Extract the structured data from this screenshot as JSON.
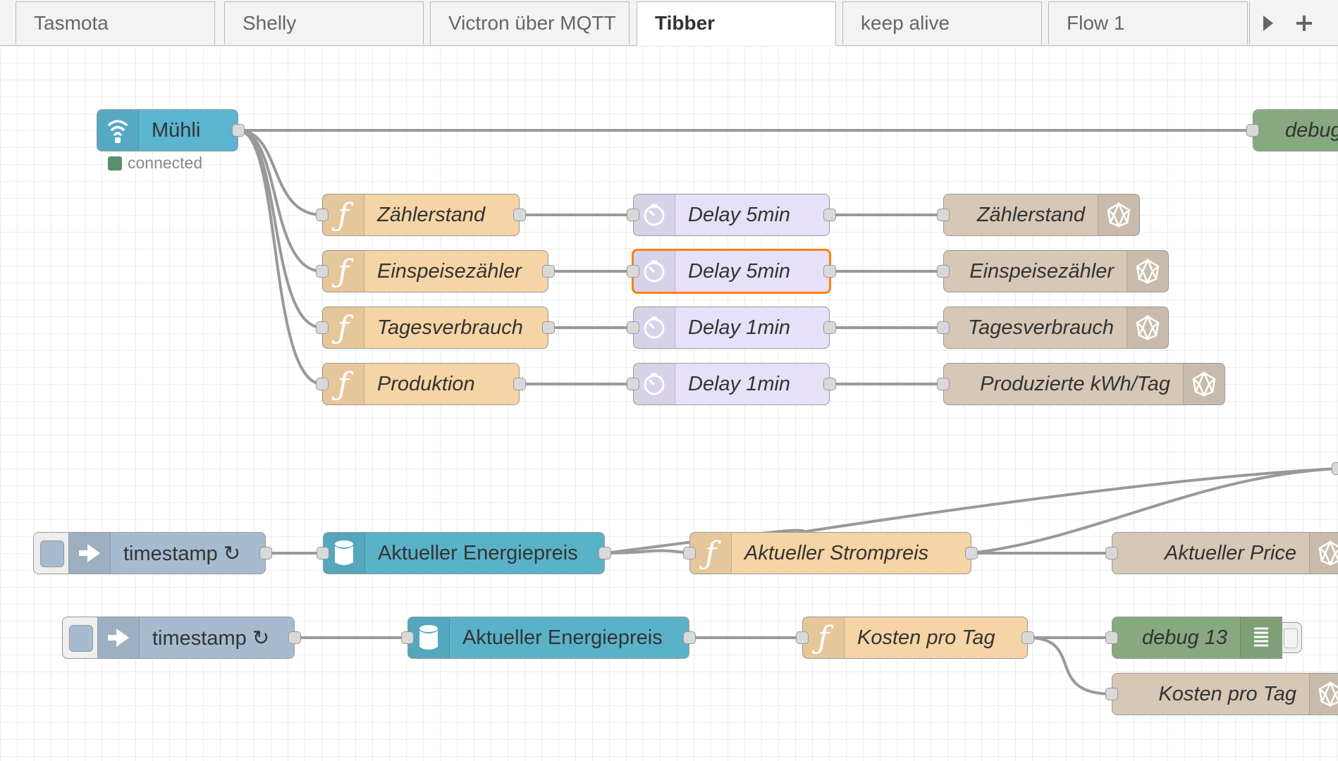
{
  "tabs": [
    {
      "label": "Tasmota"
    },
    {
      "label": "Shelly"
    },
    {
      "label": "Victron über MQTT"
    },
    {
      "label": "Tibber"
    },
    {
      "label": "keep alive"
    },
    {
      "label": "Flow 1"
    }
  ],
  "active_tab": "Tibber",
  "colors": {
    "mqtt": "#5bb4d0",
    "function": "#f5d4a5",
    "delay": "#e6e0f8",
    "ui_output": "#d6c7b6",
    "debug": "#87a980",
    "inject": "#a6bbcf",
    "http": "#5ab2c8",
    "selection": "#ff7f0e"
  },
  "nodes": {
    "mqtt": {
      "label": "Mühli",
      "status": "connected",
      "icon": "wifi-icon"
    },
    "debug_top": {
      "label": "debug"
    },
    "fn1": {
      "label": "Zählerstand"
    },
    "fn2": {
      "label": "Einspeisezähler"
    },
    "fn3": {
      "label": "Tagesverbrauch"
    },
    "fn4": {
      "label": "Produktion"
    },
    "d1": {
      "label": "Delay 5min"
    },
    "d2": {
      "label": "Delay 5min"
    },
    "d3": {
      "label": "Delay 1min"
    },
    "d4": {
      "label": "Delay 1min"
    },
    "ui1": {
      "label": "Zählerstand"
    },
    "ui2": {
      "label": "Einspeisezähler"
    },
    "ui3": {
      "label": "Tagesverbrauch"
    },
    "ui4": {
      "label": "Produzierte kWh/Tag"
    },
    "inj1": {
      "label": "timestamp ↻"
    },
    "tib1": {
      "label": "Aktueller Energiepreis"
    },
    "fn5": {
      "label": "Aktueller Strompreis"
    },
    "ui5": {
      "label": "Aktueller Price"
    },
    "inj2": {
      "label": "timestamp ↻"
    },
    "tib2": {
      "label": "Aktueller Energiepreis"
    },
    "fn6": {
      "label": "Kosten pro Tag"
    },
    "debug13": {
      "label": "debug 13"
    },
    "ui6": {
      "label": "Kosten pro Tag"
    }
  }
}
